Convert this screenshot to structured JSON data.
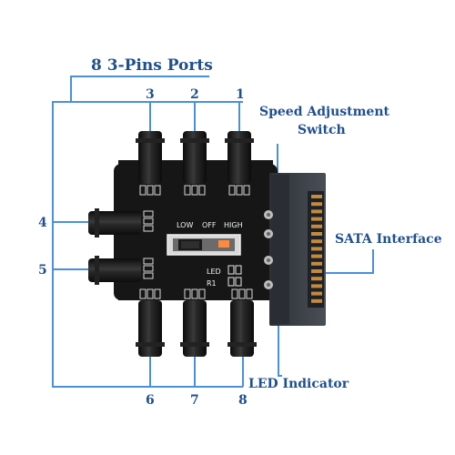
{
  "callouts": {
    "ports_title": "8 3-Pins Ports",
    "speed_line1": "Speed Adjustment",
    "speed_line2": "Switch",
    "sata": "SATA Interface",
    "led": "LED Indicator"
  },
  "port_numbers": {
    "p1": "1",
    "p2": "2",
    "p3": "3",
    "p4": "4",
    "p5": "5",
    "p6": "6",
    "p7": "7",
    "p8": "8"
  },
  "board_labels": {
    "low": "LOW",
    "off": "OFF",
    "high": "HIGH",
    "led": "LED",
    "r1": "R1"
  },
  "colors": {
    "callout": "#1f4f8f",
    "line": "#4a90d9",
    "pcb": "#161616",
    "sata": "#3a3e44",
    "led": "#ff8a3d"
  }
}
